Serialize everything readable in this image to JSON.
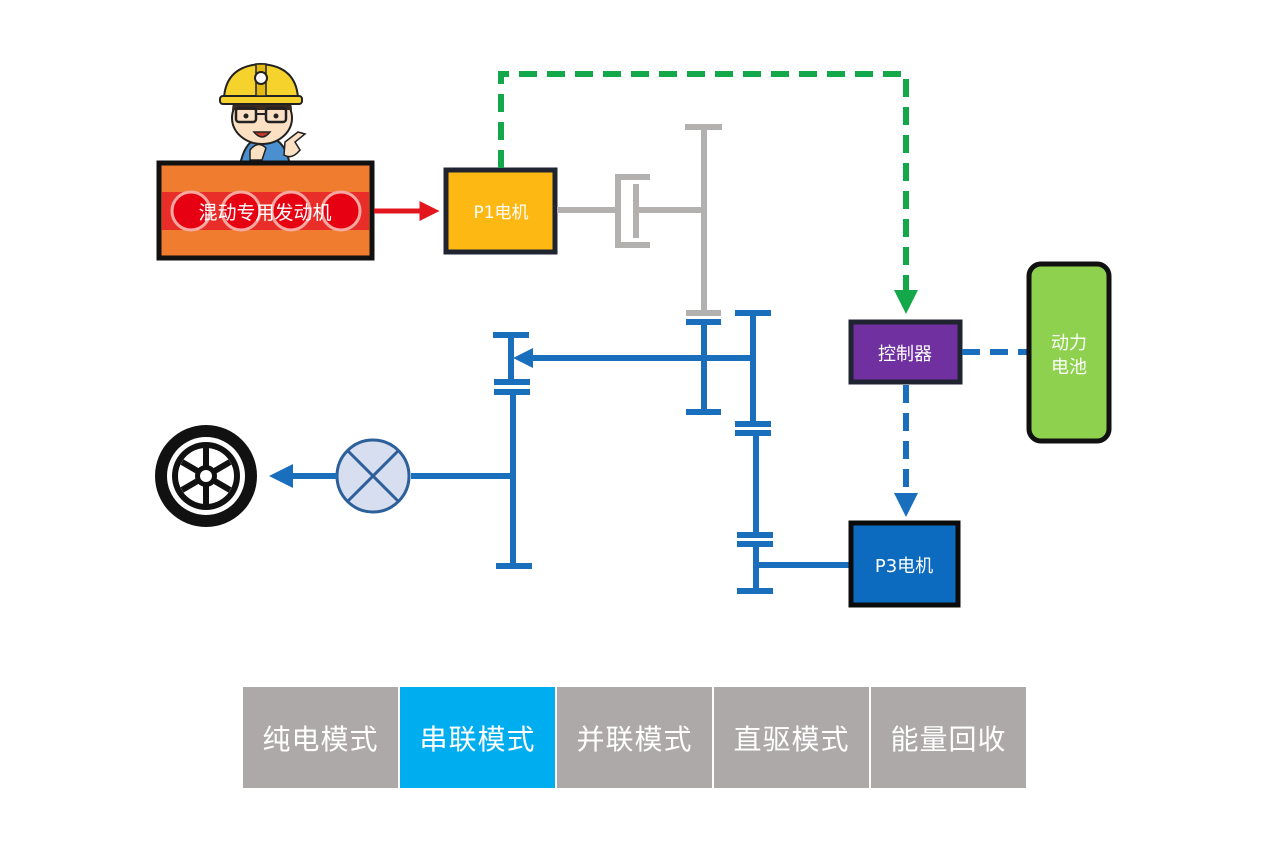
{
  "diagram": {
    "engine": {
      "label": "混动专用发动机",
      "fill": "#f07c30",
      "band": "#e8262a"
    },
    "p1_motor": {
      "label": "P1电机",
      "fill": "#fdb813"
    },
    "controller": {
      "label": "控制器",
      "fill": "#7030a0"
    },
    "battery": {
      "label_line1": "动力",
      "label_line2": "电池",
      "fill": "#8ed14f"
    },
    "p3_motor": {
      "label": "P3电机",
      "fill": "#0c6bbf"
    },
    "colors": {
      "mechanical_inactive": "#b3b0b0",
      "mechanical_active": "#1a6fbd",
      "signal_green": "#14a84a",
      "signal_blue": "#1a6fbd",
      "engine_arrow": "#e3161d",
      "differential_fill": "#d6def0"
    }
  },
  "mode_tabs": {
    "items": [
      {
        "label": "纯电模式",
        "active": false
      },
      {
        "label": "串联模式",
        "active": true
      },
      {
        "label": "并联模式",
        "active": false
      },
      {
        "label": "直驱模式",
        "active": false
      },
      {
        "label": "能量回收",
        "active": false
      }
    ],
    "active_color": "#00aeef",
    "inactive_color": "#aca9a8"
  }
}
